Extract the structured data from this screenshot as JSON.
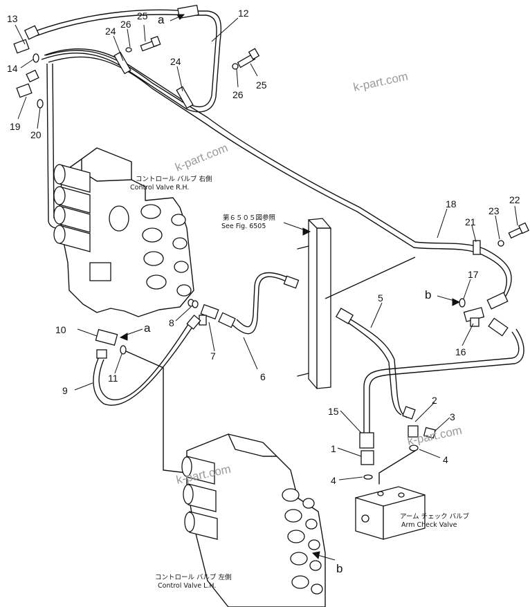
{
  "callouts": {
    "c1": "1",
    "c2": "2",
    "c3": "3",
    "c4a": "4",
    "c4b": "4",
    "c5": "5",
    "c6": "6",
    "c7": "7",
    "c8": "8",
    "c9": "9",
    "c10": "10",
    "c11": "11",
    "c12": "12",
    "c13": "13",
    "c14": "14",
    "c15": "15",
    "c16": "16",
    "c17": "17",
    "c18": "18",
    "c19": "19",
    "c20": "20",
    "c21": "21",
    "c22": "22",
    "c23": "23",
    "c24a": "24",
    "c24b": "24",
    "c25a": "25",
    "c25b": "25",
    "c26a": "26",
    "c26b": "26"
  },
  "connection_letters": {
    "a_top": "a",
    "a_mid": "a",
    "b_right": "b",
    "b_bottom": "b"
  },
  "captions": {
    "control_valve_rh_jp": "コントロール バルブ 右側",
    "control_valve_rh_en": "Control Valve R.H.",
    "see_fig_jp": "第６５０５図参照",
    "see_fig_en": "See Fig. 6505",
    "arm_check_valve_jp": "アーム チェック バルブ",
    "arm_check_valve_en": "Arm Check Valve",
    "control_valve_lh_jp": "コントロール バルブ 左側",
    "control_valve_lh_en": "Control Valve L.H."
  },
  "watermarks": {
    "w1": "k-part.com",
    "w2": "k-part.com",
    "w3": "k-part.com",
    "w4": "k-part.com"
  },
  "colors": {
    "line": "#111111",
    "background": "#ffffff",
    "watermark": "#9a9a9a"
  }
}
